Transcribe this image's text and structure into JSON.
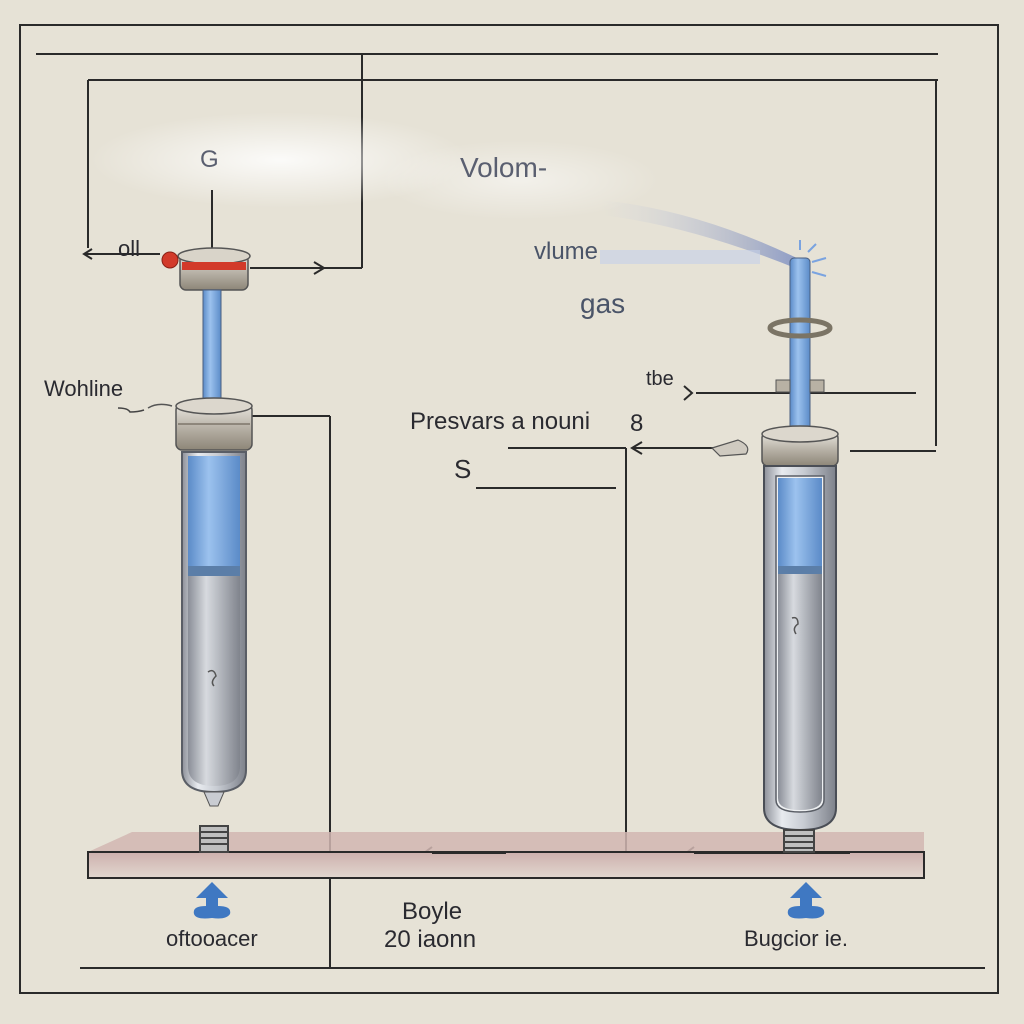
{
  "labels": {
    "g": "G",
    "volom": "Volom-",
    "vlume": "vlume",
    "gas": "gas",
    "oll": "oll",
    "wohline": "Wohline",
    "tbe": "tbe",
    "pressure": "Presvars a nouni",
    "num8": "8",
    "s": "S",
    "boyle": "Boyle",
    "zoom": "20 iaonn",
    "left_caption": "oftooacer",
    "right_caption": "Bugcior ie."
  },
  "colors": {
    "background": "#e6e2d6",
    "line": "#2a2a2a",
    "liquid_blue": "#6f9fd6",
    "mercury": "#a7aab2",
    "cap_red": "#d23a2a",
    "base_shadow": "#c8aaa8",
    "arrow_icon": "#3f78c2"
  }
}
